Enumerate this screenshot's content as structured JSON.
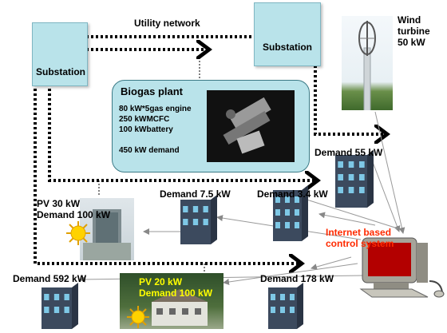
{
  "utility_network_label": "Utility network",
  "substation_left_label": "Substation",
  "substation_right_label": "Substation",
  "wind": {
    "line1": "Wind",
    "line2": "turbine",
    "line3": "50 kW"
  },
  "biogas": {
    "title": "Biogas plant",
    "line1": "80 kW*5gas engine",
    "line2": "250 kWMCFC",
    "line3": "100 kWbattery",
    "line4": "450 kW demand"
  },
  "demand_55": "Demand 55 kW",
  "demand_7_5": "Demand 7.5 kW",
  "demand_3_4": "Demand 3.4 kW",
  "pv30": {
    "line1": "PV 30 kW",
    "line2": "Demand 100 kW"
  },
  "control": {
    "line1": "Internet based",
    "line2": "control system"
  },
  "demand_592": "Demand 592 kW",
  "pv20": {
    "line1": "PV 20 kW",
    "line2": "Demand 100 kW"
  },
  "demand_178": "Demand 178 kW",
  "colors": {
    "substation_fill": "#b9e3ea",
    "control_text": "#ff2a00",
    "pv20_text": "#ffff00",
    "building": "#3c4a5e",
    "window": "#7ec8e6"
  }
}
